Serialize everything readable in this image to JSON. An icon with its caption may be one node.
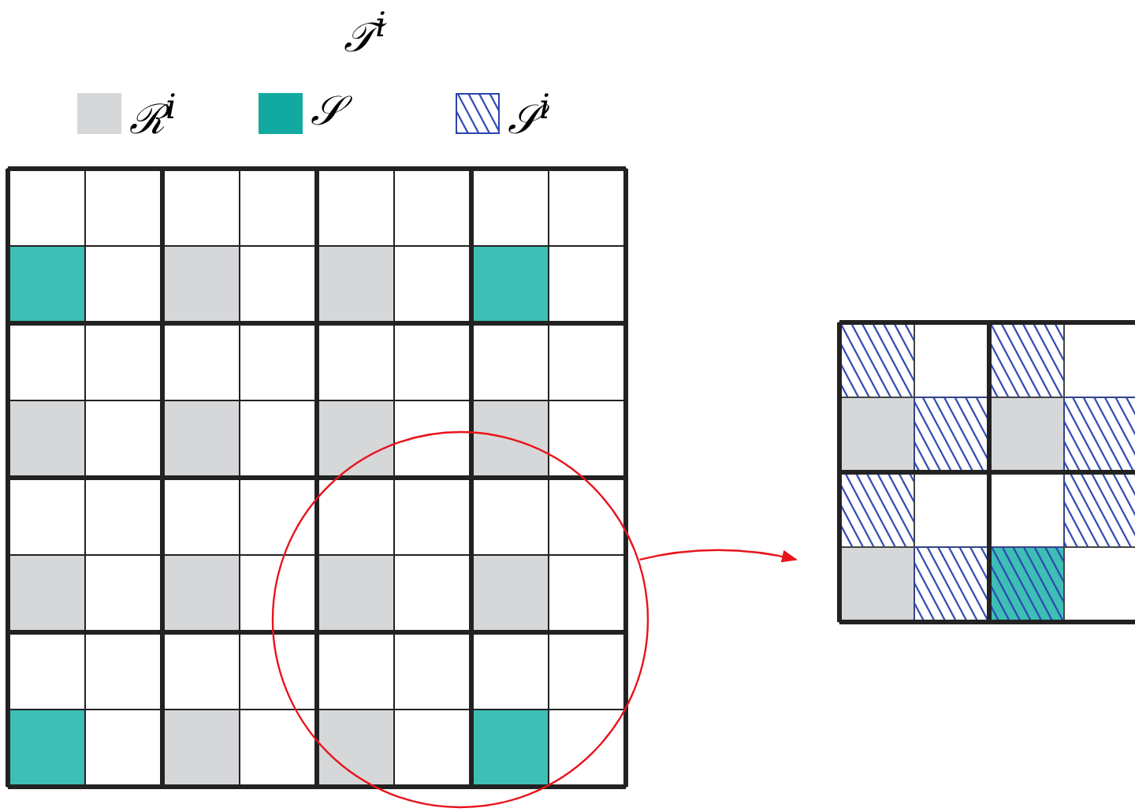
{
  "diagram": {
    "title": "𝒯$^{i}$",
    "nodes": [
      {
        "text": [],
        "shape": "circle"
      },
      {
        "text": [],
        "shape": "picture"
      }
    ],
    "edges": [
      {
        "from": 0,
        "to": 1,
        "arrow": "to"
      }
    ],
    "legend": [
      {
        "text": "ℛ$^{i}$",
        "color": "#d6d7d9"
      },
      {
        "text": "𝒮",
        "color": "#12aaa0"
      },
      {
        "text": "𝒮$^{i}$"
      }
    ]
  }
}
